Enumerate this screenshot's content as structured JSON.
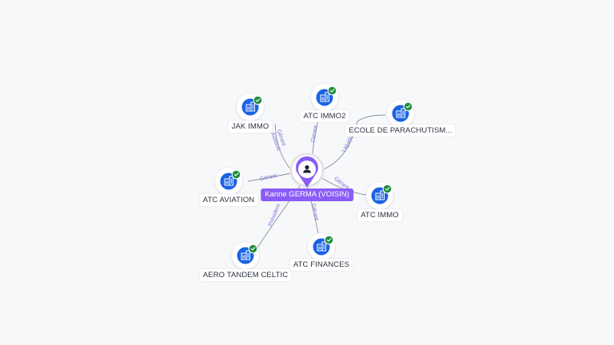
{
  "center": {
    "name": "Karine GERMA (VOISIN)",
    "icon": "person-icon",
    "color": "#8b5cf6"
  },
  "colors": {
    "company": "#1a63e3",
    "badge": "#1e8e3e",
    "edge": "#8a8f99",
    "edge_label": "#7c6fd6"
  },
  "companies": [
    {
      "id": "jak-immo",
      "name": "JAK IMMO",
      "icon": "building-icon",
      "badge": "check-badge-icon",
      "roles": [
        "Gérant",
        "Associé"
      ]
    },
    {
      "id": "atc-immo2",
      "name": "ATC IMMO2",
      "icon": "building-icon",
      "badge": "check-badge-icon",
      "roles": [
        "Gérant"
      ]
    },
    {
      "id": "ecole-parachutisme",
      "name": "ECOLE DE PARACHUTISM...",
      "icon": "building-icon",
      "badge": "check-badge-icon",
      "roles": [
        "Liquidat"
      ]
    },
    {
      "id": "atc-aviation",
      "name": "ATC AVIATION",
      "icon": "building-icon",
      "badge": "check-badge-icon",
      "roles": [
        "Gérant"
      ]
    },
    {
      "id": "atc-immo",
      "name": "ATC IMMO",
      "icon": "building-icon",
      "badge": "check-badge-icon",
      "roles": [
        "Gérant"
      ]
    },
    {
      "id": "aero-tandem-celtic",
      "name": "AERO TANDEM CELTIC",
      "icon": "building-icon",
      "badge": "check-badge-icon",
      "roles": [
        "Président"
      ]
    },
    {
      "id": "atc-finances",
      "name": "ATC FINANCES",
      "icon": "building-icon",
      "badge": "check-badge-icon",
      "roles": [
        "Gérant"
      ]
    }
  ]
}
